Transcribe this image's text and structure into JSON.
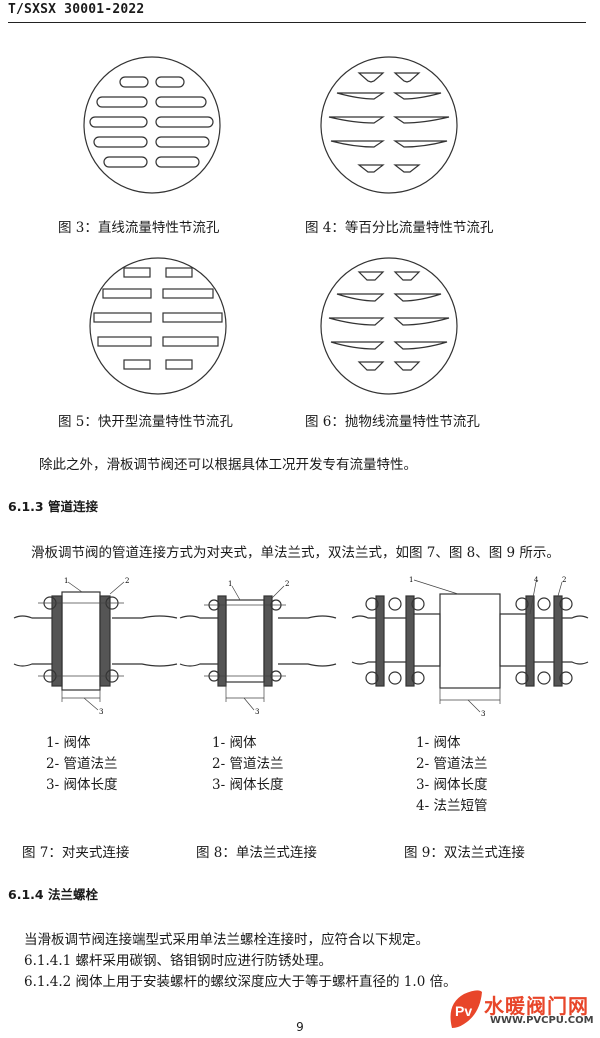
{
  "header": {
    "code": "T/SXSX 30001-2022"
  },
  "figures": {
    "fig3": "图 3：直线流量特性节流孔",
    "fig4": "图 4：等百分比流量特性节流孔",
    "fig5": "图 5：快开型流量特性节流孔",
    "fig6": "图 6：抛物线流量特性节流孔",
    "fig7": "图 7：对夹式连接",
    "fig8": "图 8：单法兰式连接",
    "fig9": "图 9：双法兰式连接"
  },
  "paragraphs": {
    "p1": "除此之外，滑板调节阀还可以根据具体工况开发专有流量特性。",
    "p2": "滑板调节阀的管道连接方式为对夹式，单法兰式，双法兰式，如图 7、图 8、图 9 所示。",
    "p3": "当滑板调节阀连接端型式采用单法兰螺栓连接时，应符合以下规定。",
    "p4": "6.1.4.1  螺杆采用碳钢、铬钼钢时应进行防锈处理。",
    "p5": "6.1.4.2  阀体上用于安装螺杆的螺纹深度应大于等于螺杆直径的 1.0 倍。"
  },
  "sections": {
    "s613": "6.1.3 管道连接",
    "s614": "6.1.4 法兰螺栓"
  },
  "legends": {
    "fig7": [
      "1-  阀体",
      "2-  管道法兰",
      "3-  阀体长度"
    ],
    "fig8": [
      "1-  阀体",
      "2-  管道法兰",
      "3-  阀体长度"
    ],
    "fig9": [
      "1-  阀体",
      "2-  管道法兰",
      "3-  阀体长度",
      "4-  法兰短管"
    ]
  },
  "drawing_callouts": {
    "n1": "1",
    "n2": "2",
    "n3": "3",
    "n4": "4"
  },
  "page_number": "9",
  "watermark": {
    "name": "水暖阀门网",
    "url": "WWW.PVCPU.COM",
    "logo_letters": "Pv"
  }
}
